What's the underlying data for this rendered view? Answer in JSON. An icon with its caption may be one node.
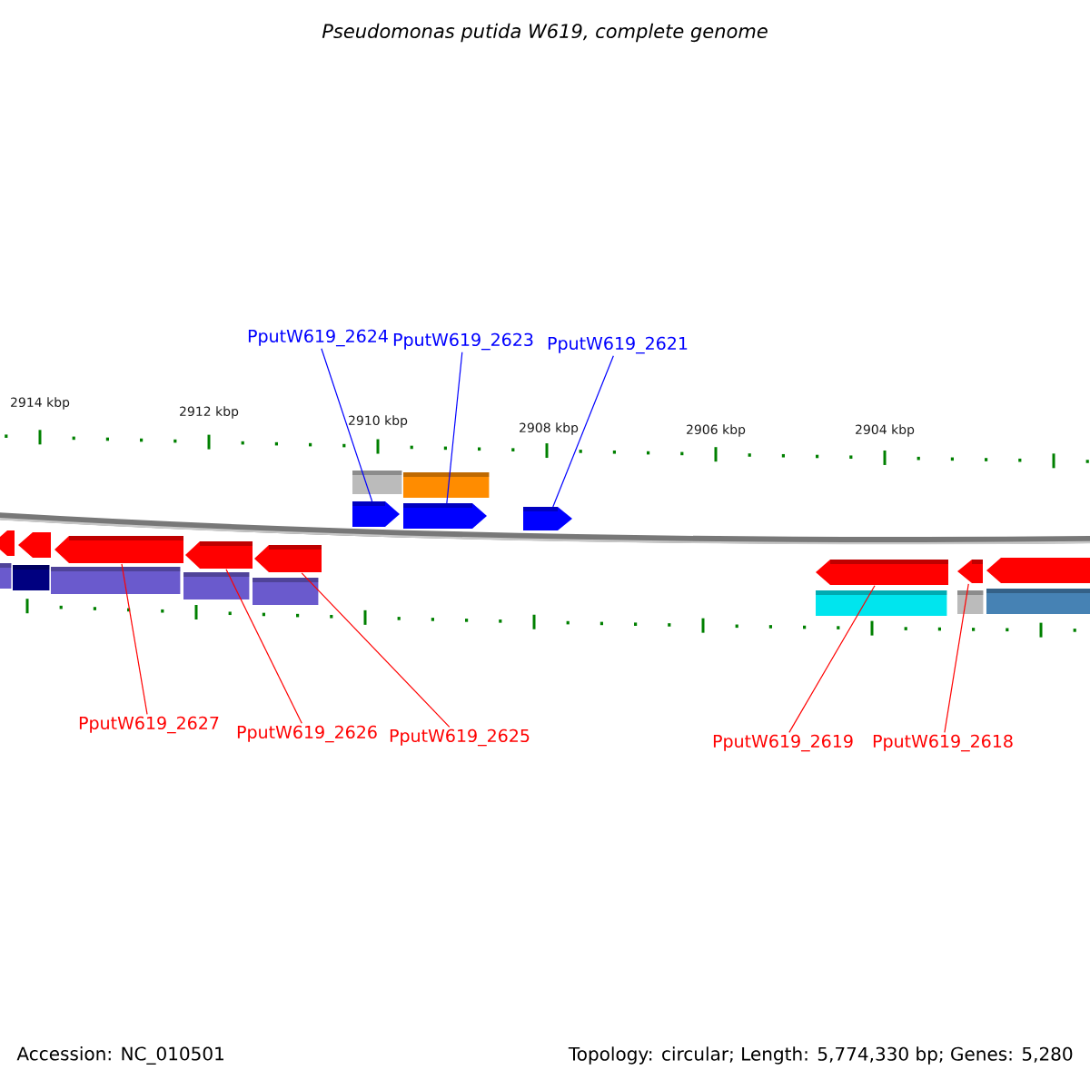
{
  "diagram": {
    "title": "Pseudomonas putida W619, complete genome",
    "nodes": [
      {
        "text": [
          "PputW619_2624"
        ]
      },
      {
        "text": [
          "PputW619_2623"
        ]
      },
      {
        "text": [
          "PputW619_2621"
        ]
      },
      {
        "text": [
          "PputW619_2627"
        ]
      },
      {
        "text": [
          "PputW619_2626"
        ]
      },
      {
        "text": [
          "PputW619_2625"
        ]
      },
      {
        "text": [
          "PputW619_2619"
        ]
      },
      {
        "text": [
          "PputW619_2618"
        ]
      },
      {
        "text": [],
        "shape": "arrow"
      },
      {
        "text": [],
        "shape": "arrow"
      },
      {
        "text": [],
        "shape": "arrow"
      },
      {
        "text": [],
        "shape": "arrow"
      },
      {
        "text": [],
        "shape": "arrow"
      },
      {
        "text": [],
        "shape": "arrow"
      },
      {
        "text": [],
        "shape": "arrow"
      },
      {
        "text": [],
        "shape": "arrow"
      }
    ],
    "edges": [
      {
        "from": 0,
        "to": 8,
        "arrow": "none",
        "color": "#0000ff"
      },
      {
        "from": 1,
        "to": 9,
        "arrow": "none",
        "color": "#0000ff"
      },
      {
        "from": 2,
        "to": 10,
        "arrow": "none",
        "color": "#0000ff"
      },
      {
        "from": 3,
        "to": 11,
        "arrow": "none"
      },
      {
        "from": 4,
        "to": 12,
        "arrow": "none"
      },
      {
        "from": 5,
        "to": 13,
        "arrow": "none"
      },
      {
        "from": 6,
        "to": 14,
        "arrow": "none"
      },
      {
        "from": 7,
        "to": 15,
        "arrow": "none"
      }
    ],
    "labels": [
      "2914 kbp",
      "2912 kbp",
      "2910 kbp",
      "2908 kbp",
      "2906 kbp",
      "2904 kbp",
      "Accession: NC_010501",
      "Topology: circular; Length: 5,774,330 bp; Genes: 5,280"
    ]
  }
}
